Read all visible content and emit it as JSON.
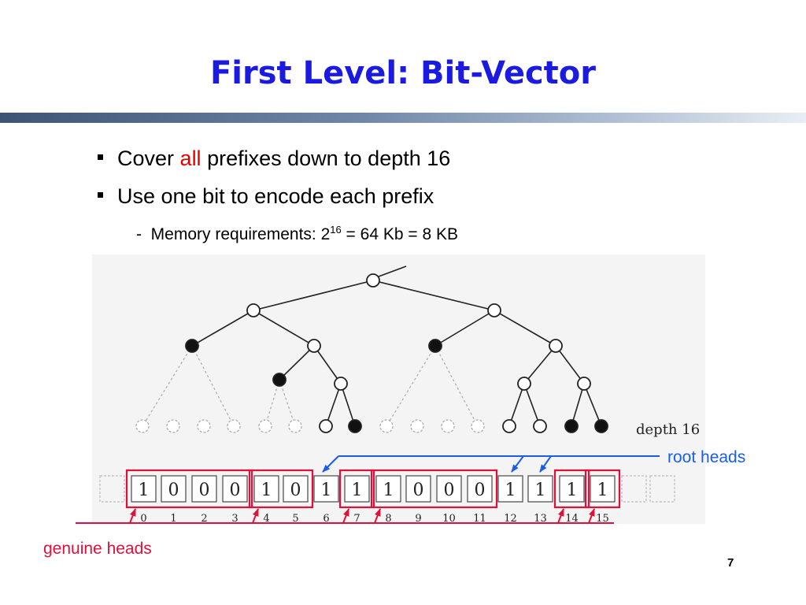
{
  "title": "First Level: Bit-Vector",
  "bullets": {
    "b1_pre": "Cover",
    "b1_hl": "all",
    "b1_post": "prefixes down to depth 16",
    "b2": "Use one bit to encode each prefix",
    "sub_dash": "-",
    "sub_pre": "Memory requirements: 2",
    "sub_exp": "16",
    "sub_post": " = 64 Kb = 8 KB"
  },
  "diagram": {
    "depth_label": "depth 16",
    "bits": [
      "1",
      "0",
      "0",
      "0",
      "1",
      "0",
      "1",
      "1",
      "1",
      "0",
      "0",
      "0",
      "1",
      "1",
      "1",
      "1"
    ],
    "indices": [
      "0",
      "1",
      "2",
      "3",
      "4",
      "5",
      "6",
      "7",
      "8",
      "9",
      "10",
      "11",
      "12",
      "13",
      "14",
      "15"
    ],
    "root_heads_label": "root heads",
    "genuine_heads_label": "genuine heads",
    "colors": {
      "red": "#e0103a",
      "blue": "#1a5ee8"
    }
  },
  "page_number": "7"
}
